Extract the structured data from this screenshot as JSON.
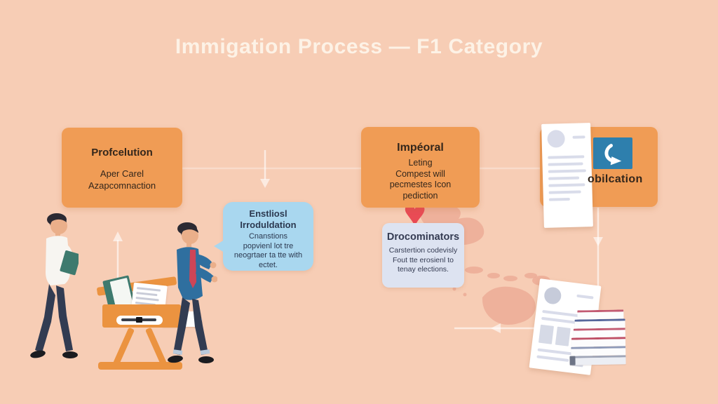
{
  "title": "Immigation Process — F1 Category",
  "stage1": {
    "heading": "Profcelution",
    "line1": "Aper Carel",
    "line2": "Azapcomnaction"
  },
  "stage2": {
    "heading": "Impéoral",
    "line1": "Leting",
    "line2": "Compest will",
    "line3": "pecmestes Icon",
    "line4": "pediction"
  },
  "stage3": {
    "label": "obilcation"
  },
  "bubble": {
    "heading1": "Enstliosl",
    "heading2": "Irroduldation",
    "line1": "Cnanstions",
    "line2": "popvienl lot tre",
    "line3": "neogrtaer ta tte with",
    "line4": "ectet."
  },
  "card": {
    "heading": "Drocominators",
    "line1": "Carstertion codevisly",
    "line2": "Fout tte erosienl to",
    "line3": "tenay elections."
  },
  "icons": {
    "heart_glyph": "♥"
  },
  "colors": {
    "bg": "#f7cdb5",
    "title": "#fdf2e6",
    "box": "#f09c55",
    "boxText": "#33261b",
    "bubble": "#a9d7ef",
    "bubbleText": "#2c3950",
    "card": "#dde3f1",
    "cardText": "#343b52",
    "heart": "#e94b55",
    "iconBlue": "#2e7fad",
    "desk": "#eb9340",
    "map": "#ecab97",
    "skin": "#eaaf8a",
    "hair": "#2c2a33",
    "shirt": "#f7f5f1",
    "navy": "#323c52",
    "shoe": "#1b1c20",
    "teal": "#3e7a6e",
    "jacket": "#2f6f9f",
    "tie": "#ce4557",
    "docLine": "#d9dcea",
    "connector": "rgba(255,255,255,0.6)"
  }
}
